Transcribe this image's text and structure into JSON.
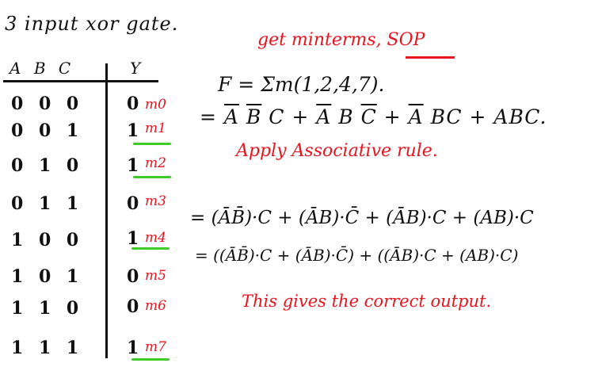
{
  "title": "3 input xor gate.",
  "table": {
    "headers": [
      "A",
      "B",
      "C",
      "Y"
    ],
    "rows": [
      {
        "inputs": "0 0 0",
        "out": "0",
        "minterm": "m0"
      },
      {
        "inputs": "0 0 1",
        "out": "1",
        "minterm": "m1"
      },
      {
        "inputs": "0 1 0",
        "out": "1",
        "minterm": "m2"
      },
      {
        "inputs": "0 1 1",
        "out": "0",
        "minterm": "m3"
      },
      {
        "inputs": "1 0 0",
        "out": "1",
        "minterm": "m4"
      },
      {
        "inputs": "1 0 1",
        "out": "0",
        "minterm": "m5"
      },
      {
        "inputs": "1 1 0",
        "out": "0",
        "minterm": "m6"
      },
      {
        "inputs": "1 1 1",
        "out": "1",
        "minterm": "m7"
      }
    ]
  },
  "notes": {
    "instruction": "get minterms, SOP",
    "f_label": "F = ",
    "f_sum": "Σm(1,2,4,7).",
    "sop_prefix": "= ",
    "sop_t1a": "A",
    "sop_t1b": "B",
    "sop_t1c": "C",
    "sop_plus1": " + ",
    "sop_t2a": "A",
    "sop_t2b": "B",
    "sop_t2c": "C",
    "sop_plus2": " + ",
    "sop_t3a": "A",
    "sop_t3b": "BC",
    "sop_plus3": " + ",
    "sop_t4": "ABC.",
    "rule": "Apply Associative rule.",
    "step1": "= (ĀB̄)·C + (ĀB)·C̄ + (ĀB)·C + (AB)·C",
    "step2": "= ((ĀB̄)·C + (ĀB)·C̄) + ((ĀB)·C + (AB)·C)",
    "result": "This gives the correct output."
  },
  "colors": {
    "ink": "#111111",
    "red_ink": "#e8141e",
    "highlight": "#3fcc2a"
  }
}
